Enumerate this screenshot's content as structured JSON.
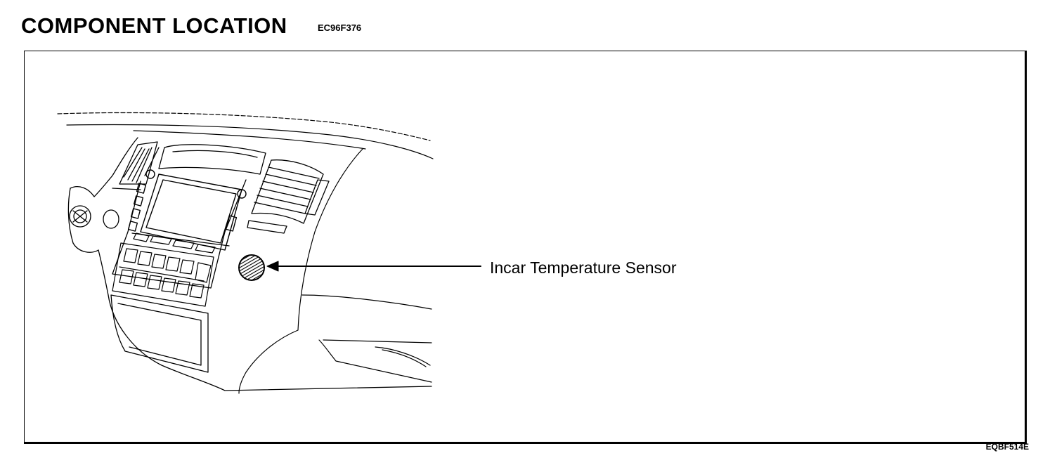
{
  "header": {
    "title": "COMPONENT LOCATION",
    "code": "EC96F376"
  },
  "figure": {
    "callout_label": "Incar Temperature Sensor",
    "figure_code": "EQBF514E"
  },
  "colors": {
    "ink": "#000000",
    "paper": "#ffffff"
  }
}
